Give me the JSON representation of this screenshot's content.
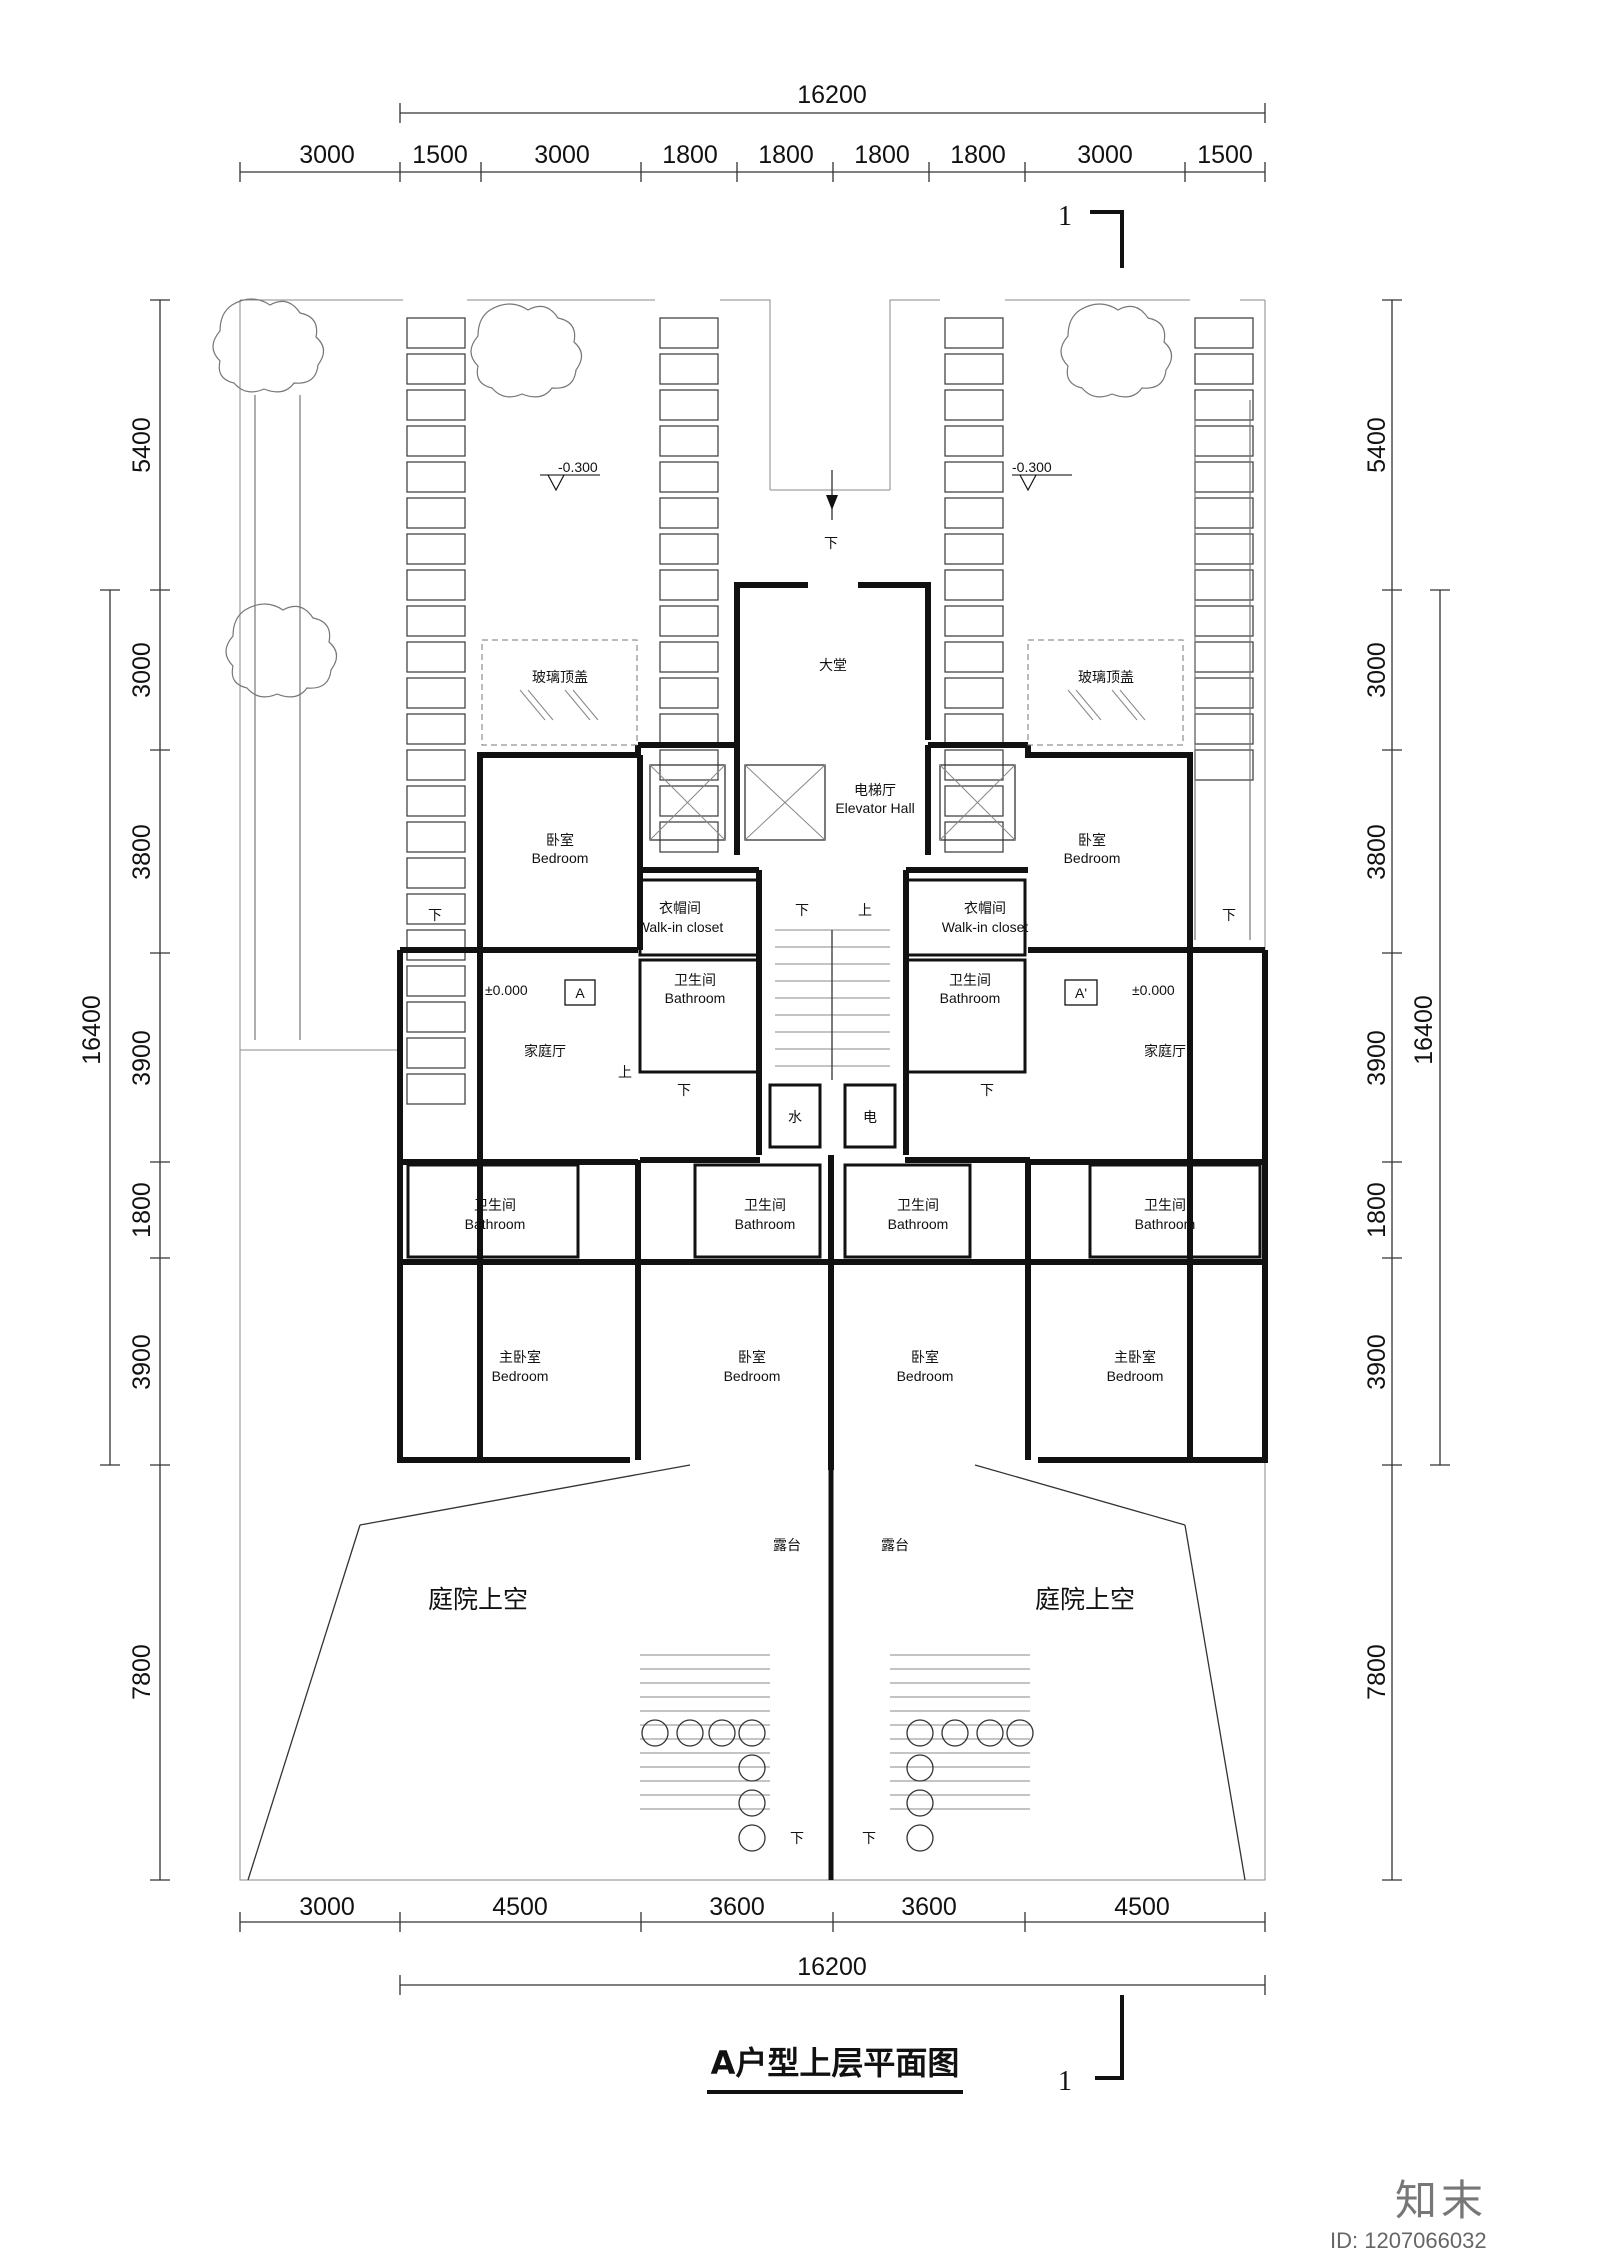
{
  "drawing": {
    "title": "A户型上层平面图",
    "section_marker": "1",
    "colors": {
      "line": "#111111",
      "thin_line": "#333333",
      "hatch": "#888888",
      "background": "#ffffff"
    }
  },
  "dimensions": {
    "top_total": "16200",
    "top_segments": [
      "3000",
      "1500",
      "3000",
      "1800",
      "1800",
      "1800",
      "1800",
      "3000",
      "1500"
    ],
    "bottom_segments": [
      "3000",
      "4500",
      "3600",
      "3600",
      "4500"
    ],
    "bottom_total": "16200",
    "left_total": "16400",
    "left_segments": [
      "5400",
      "3000",
      "3800",
      "3900",
      "1800",
      "3900",
      "7800"
    ],
    "right_total": "16400",
    "right_segments": [
      "5400",
      "3000",
      "3800",
      "3900",
      "1800",
      "3900",
      "7800"
    ]
  },
  "levels": {
    "garden_left": "-0.300",
    "garden_right": "-0.300",
    "unit_left": "±0.000",
    "unit_right": "±0.000"
  },
  "unit_tags": {
    "left": "A",
    "right": "A'"
  },
  "rooms": {
    "lobby": "大堂",
    "elevator_cn": "电梯厅",
    "elevator_en": "Elevator Hall",
    "glass_roof": "玻璃顶盖",
    "bedroom_cn": "卧室",
    "bedroom_en": "Bedroom",
    "closet_cn": "衣帽间",
    "closet_en": "Walk-in closet",
    "bathroom_cn": "卫生间",
    "bathroom_en": "Bathroom",
    "family_hall": "家庭厅",
    "master_cn": "主卧室",
    "terrace": "露台",
    "courtyard_void": "庭院上空",
    "water": "水",
    "electric": "电"
  },
  "stair_notes": {
    "up": "上",
    "down": "下"
  },
  "source": {
    "logo": "知末",
    "id": "ID: 1207066032"
  }
}
